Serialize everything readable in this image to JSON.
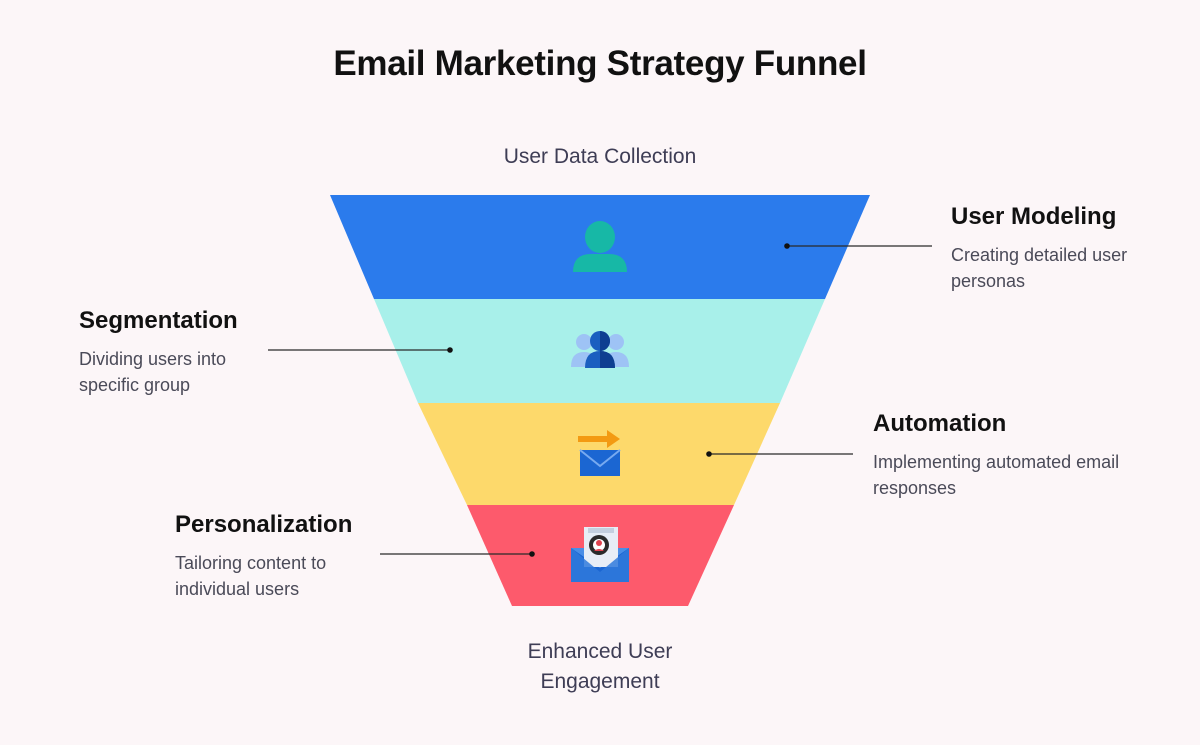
{
  "title": "Email Marketing Strategy Funnel",
  "top_caption": "User Data Collection",
  "bottom_caption": [
    "Enhanced User",
    "Engagement"
  ],
  "stages": [
    {
      "title": "User Modeling",
      "description": "Creating detailed user personas",
      "icon": "user-icon",
      "color": "#2b7bec"
    },
    {
      "title": "Segmentation",
      "description": "Dividing users into specific group",
      "icon": "group-icon",
      "color": "#a8f0ea"
    },
    {
      "title": "Automation",
      "description": "Implementing automated email responses",
      "icon": "email-send-icon",
      "color": "#fdd96b"
    },
    {
      "title": "Personalization",
      "description": "Tailoring content to individual users",
      "icon": "personalized-email-icon",
      "color": "#fd5a6c"
    }
  ]
}
